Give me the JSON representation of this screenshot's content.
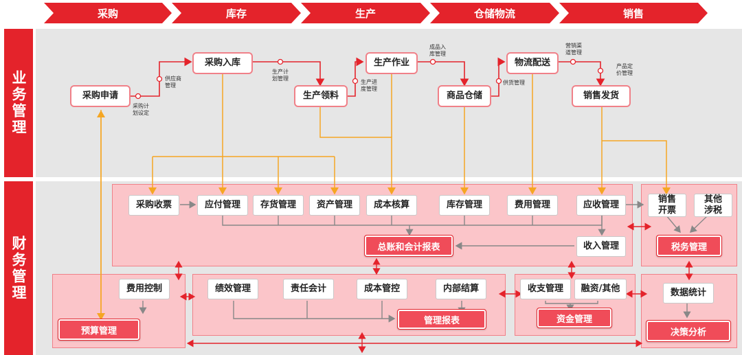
{
  "stages": [
    "采购",
    "库存",
    "生产",
    "仓储物流",
    "销售"
  ],
  "sections": {
    "business": "业务管理",
    "finance": "财务管理"
  },
  "business_nodes": {
    "purchase_request": "采购申请",
    "purchase_inbound": "采购入库",
    "production_material": "生产领料",
    "production_work": "生产作业",
    "goods_storage": "商品仓储",
    "logistics": "物流配送",
    "sales_delivery": "销售发货"
  },
  "business_notes": {
    "procurement_plan": "采购计\n划设定",
    "supplier_mgmt": "供应商\n管理",
    "production_plan": "生产计\n划管理",
    "production_progress": "生产进\n度管理",
    "finished_inbound": "成品入\n库管理",
    "supply_mgmt": "供货管理",
    "marketing_channel": "营销渠\n道管理",
    "product_pricing": "产品定\n价管理"
  },
  "finance_nodes": {
    "purchase_invoice": "采购收票",
    "payables": "应付管理",
    "inventory_value": "存货管理",
    "asset": "资产管理",
    "cost_accounting": "成本核算",
    "stock": "库存管理",
    "expense": "费用管理",
    "receivables": "应收管理",
    "income": "收入管理",
    "sales_invoice": "销售\n开票",
    "other_tax": "其他\n涉税",
    "cost_control": "费用控制",
    "performance": "绩效管理",
    "responsibility": "责任会计",
    "cost_control2": "成本管控",
    "internal_settlement": "内部结算",
    "revenue_expense": "收支管理",
    "financing": "融资/其他",
    "data_stats": "数据统计"
  },
  "finance_hubs": {
    "ledger": "总账和会计报表",
    "tax": "税务管理",
    "budget": "预算管理",
    "mgmt_report": "管理报表",
    "funds": "资金管理",
    "decision": "决策分析"
  },
  "colors": {
    "brand_red": "#e4232b",
    "orange": "#f5a623",
    "pink_zone": "#fbc5c9"
  }
}
